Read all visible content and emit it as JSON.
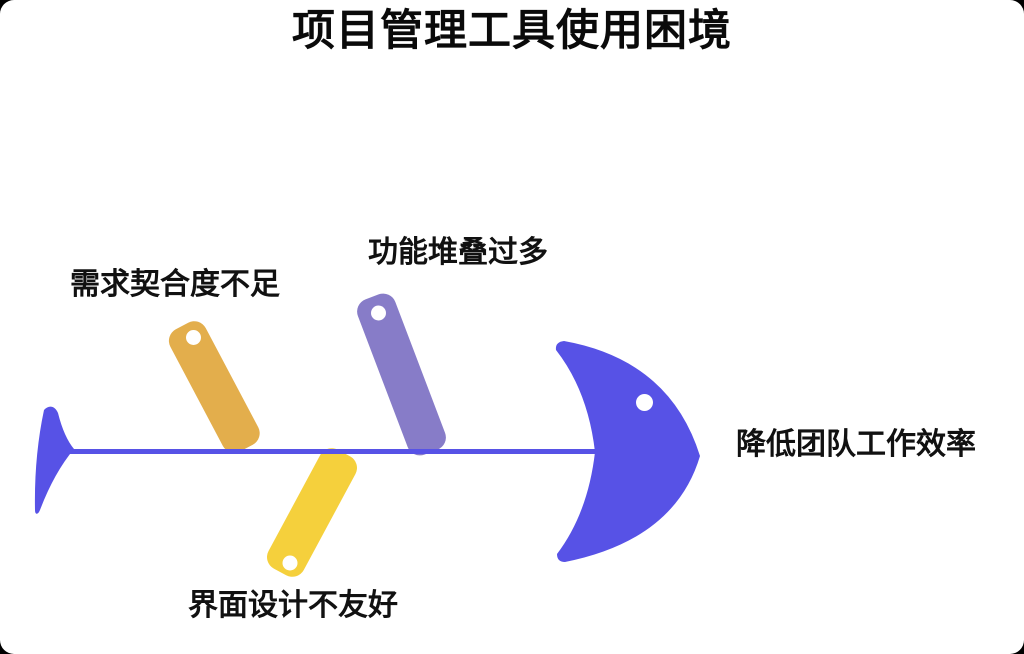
{
  "title": "项目管理工具使用困境",
  "fishbone": {
    "effect_label": "降低团队工作效率",
    "causes": [
      {
        "label": "需求契合度不足",
        "color": "#E3AE4C"
      },
      {
        "label": "功能堆叠过多",
        "color": "#877CC8"
      },
      {
        "label": "界面设计不友好",
        "color": "#F5D03C"
      }
    ],
    "spine_color": "#5752E6",
    "head_color": "#5752E6",
    "tail_color": "#5752E6",
    "hole_color": "#FFFFFF",
    "background_color": "#FFFFFF",
    "text_color": "#111111"
  }
}
